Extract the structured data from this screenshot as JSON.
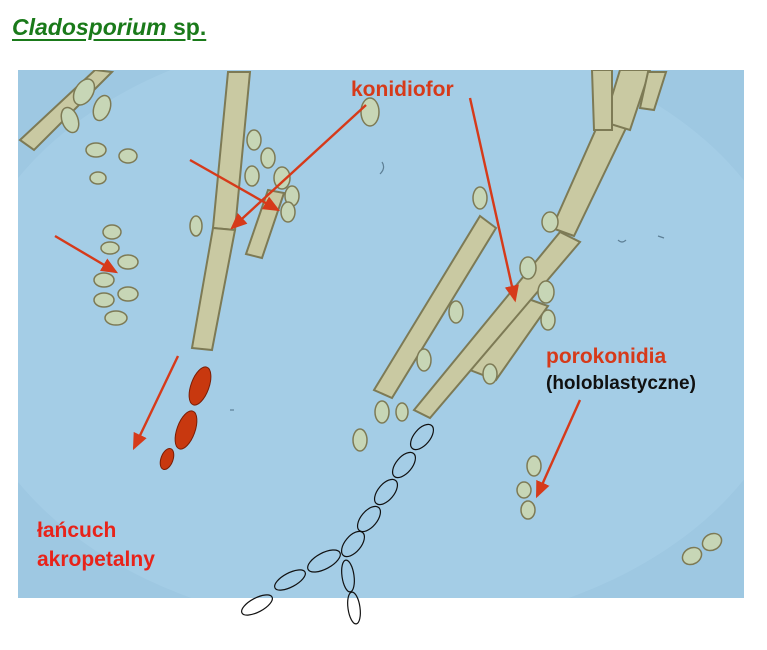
{
  "title": {
    "italic_part": "Cladosporium",
    "rest": " sp."
  },
  "labels": {
    "konidiofor": "konidiofor",
    "porokonidia": "porokonidia",
    "holoblastyczne": "(holoblastyczne)",
    "lancuch_line1": "łańcuch",
    "lancuch_line2": "akropetalny"
  },
  "colors": {
    "title": "#1a7a1a",
    "label_orange_red": "#d63a1a",
    "label_red": "#e8231a",
    "arrow": "#d63a1a",
    "conidia_fill": "#c8380f",
    "photo_background": "#9fc9e3"
  }
}
